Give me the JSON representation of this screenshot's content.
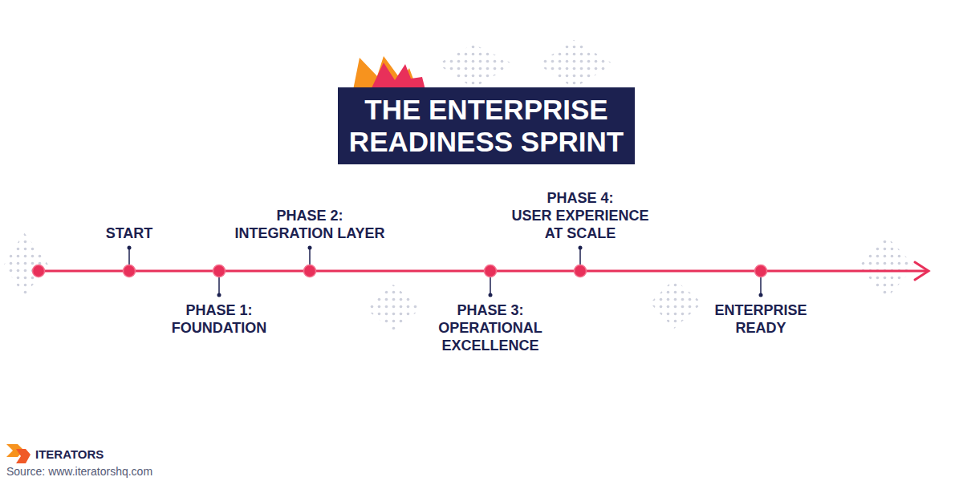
{
  "diagram": {
    "title": "THE ENTERPRISE READINESS SPRINT",
    "caption": "Source: www.iteratorshq.com",
    "labels": [
      "START",
      "PHASE 1: FOUNDATION",
      "PHASE 2: INTEGRATION LAYER",
      "PHASE 3: OPERATIONAL EXCELLENCE",
      "PHASE 4: USER EXPERIENCE AT SCALE",
      "ENTERPRISE READY",
      "ITERATORS"
    ]
  }
}
